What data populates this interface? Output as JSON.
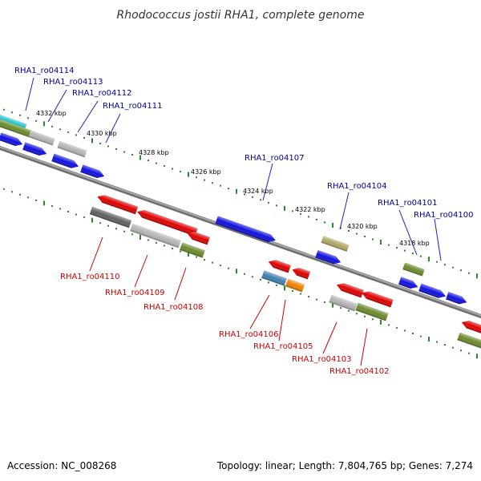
{
  "title": "Rhodococcus jostii RHA1, complete genome",
  "footer": {
    "accession": "Accession: NC_008268",
    "summary": "Topology: linear; Length: 7,804,765 bp; Genes: 7,274"
  },
  "scale_labels": [
    "4332 kbp",
    "4330 kbp",
    "4328 kbp",
    "4326 kbp",
    "4324 kbp",
    "4322 kbp",
    "4320 kbp",
    "4318 kbp"
  ],
  "top_labels": [
    "RHA1_ro04114",
    "RHA1_ro04113",
    "RHA1_ro04112",
    "RHA1_ro04111",
    "RHA1_ro04107",
    "RHA1_ro04104",
    "RHA1_ro04101",
    "RHA1_ro04100"
  ],
  "bottom_labels": [
    "RHA1_ro04110",
    "RHA1_ro04109",
    "RHA1_ro04108",
    "RHA1_ro04106",
    "RHA1_ro04105",
    "RHA1_ro04103",
    "RHA1_ro04102"
  ],
  "colors": {
    "backbone": "#8a8a8a",
    "tick": "#2a8a2a",
    "top_label": "#00009a",
    "bottom_label": "#cc0000",
    "gene_red": "#e00000",
    "gene_blue": "#1010e0",
    "cog_gray": "#b4b4b4",
    "cog_dark": "#606060",
    "cog_olive": "#6a8a2a",
    "cog_khaki": "#b0a860",
    "cog_cyan": "#20c0c8",
    "cog_steel": "#4080b0",
    "cog_orange": "#f08000"
  }
}
